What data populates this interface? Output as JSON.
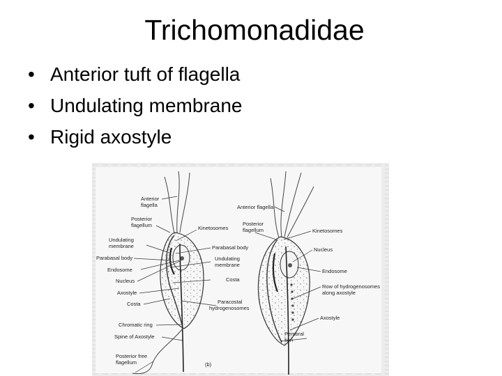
{
  "slide": {
    "title": "Trichomonadidae",
    "bullet_glyph": "•",
    "bullets": [
      "Anterior tuft of flagella",
      "Undulating membrane",
      "Rigid axostyle"
    ]
  },
  "figure": {
    "left_labels": {
      "anterior_flagella": [
        "Anterior",
        "flagella"
      ],
      "posterior_flagellum": [
        "Posterior",
        "flagellum"
      ],
      "undulating_membrane": [
        "Undulating",
        "membrane"
      ],
      "parabasal_body": "Parabasal body",
      "endosome": "Endosome",
      "nucleus": "Nucleus",
      "axostyle": "Axostyle",
      "costa": "Costa",
      "chromatic_ring": "Chromatic ring",
      "spine_of_axostyle": "Spine of Axostyle",
      "posterior_free_flagellum": [
        "Posterior free",
        "flagellum"
      ]
    },
    "middle_labels": {
      "kinetosomes": "Kinetosomes",
      "parabasal_body": "Parabasal body",
      "undulating_membrane": [
        "Undulating",
        "membrane"
      ],
      "costa": "Costa",
      "paracostal_hydrogenosomes": [
        "Paracostal",
        "hydrogenosomes"
      ],
      "panel_label": "(b)"
    },
    "right_labels": {
      "anterior_flagella": "Anterior flagella",
      "posterior_flagellum": [
        "Posterior",
        "flagellum"
      ],
      "kinetosomes": "Kinetosomes",
      "nucleus": "Nucleus",
      "endosome": "Endosome",
      "row_of_hydrogenosomes": [
        "Row of hydrogenosomes",
        "along axostyle"
      ],
      "axostyle": "Axostyle",
      "pembral_fiori": [
        "Pembral",
        "fiori"
      ]
    }
  }
}
